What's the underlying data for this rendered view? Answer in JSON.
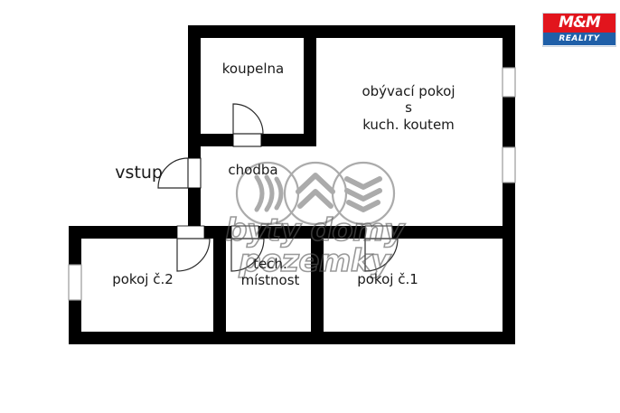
{
  "document": {
    "type": "floor-plan",
    "language": "cs",
    "background_color": "#ffffff",
    "wall_color": "#000000",
    "text_color": "#1a1a1a"
  },
  "rooms": [
    {
      "id": "koupelna",
      "label": "koupelna"
    },
    {
      "id": "obyvaci",
      "label": "obývací pokoj\ns\nkuch. koutem"
    },
    {
      "id": "chodba",
      "label": "chodba"
    },
    {
      "id": "pokoj2",
      "label": "pokoj č.2"
    },
    {
      "id": "tech",
      "label": "tech.\nmístnost"
    },
    {
      "id": "pokoj1",
      "label": "pokoj č.1"
    }
  ],
  "annotations": {
    "entrance_label": "vstup"
  },
  "watermark": {
    "text": "byty domy pozemky",
    "stroke_color": "#5a5a5a",
    "icons": [
      "waves-icon",
      "chevron-up-house-icon",
      "chevron-down-icon"
    ]
  },
  "logo": {
    "brand": "M&M",
    "tagline": "REALITY",
    "brand_color": "#e2151d",
    "tagline_color": "#1f5fa8"
  },
  "features": {
    "windows_count": 3,
    "doors_count": 5
  }
}
